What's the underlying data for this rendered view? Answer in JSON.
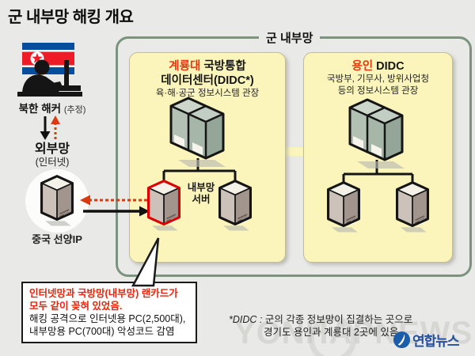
{
  "title": "군 내부망 해킹 개요",
  "attacker": {
    "name": "북한 해커",
    "qualifier": "(추정)"
  },
  "external_network": {
    "name": "외부망",
    "sub": "(인터넷)",
    "node_label": "중국 선양IP"
  },
  "intranet": {
    "label": "군 내부망",
    "left_box": {
      "location": "계룡대",
      "title_bold": "국방통합",
      "title_line2": "데이터센터(DIDC*)",
      "desc": "육·해·공군 정보시스템 관장",
      "server_label_line1": "내부망",
      "server_label_line2": "서버"
    },
    "right_box": {
      "location": "용인",
      "title_bold": "DIDC",
      "desc_line1": "국방부, 기무사, 방위사업청",
      "desc_line2": "등의 정보시스템 관장"
    }
  },
  "callout": {
    "red_line1": "인터넷망과 국방망(내부망) 랜카드가",
    "red_line2": "모두 같이 꽂혀 있었음.",
    "black_line1": "해킹 공격으로 인터넷용 PC(2,500대),",
    "black_line2": "내부망용 PC(700대) 악성코드 감염"
  },
  "footnote": {
    "prefix": "*DIDC : ",
    "line1": "군의 각종 정보망이 집결하는 곳으로",
    "line2": "경기도 용인과 계룡대 2곳에 있음"
  },
  "watermark": "YONHAPNEWS",
  "logo_text": "연합뉴스",
  "colors": {
    "accent_red": "#e8380d",
    "box_yellow": "#fbf5bc",
    "frame_green": "#7c937e",
    "logo_blue": "#234f9e",
    "server_highlight": "#dd0000"
  }
}
